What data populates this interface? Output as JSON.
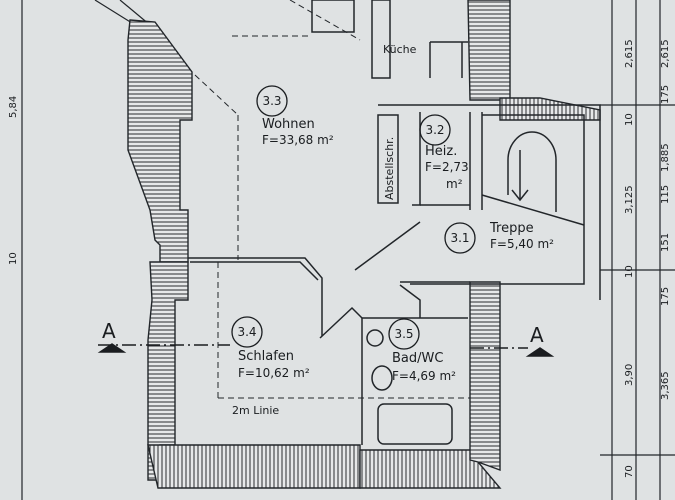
{
  "rooms": [
    {
      "number": "3.3",
      "name": "Wohnen",
      "area": "F=33,68 m²"
    },
    {
      "number": "3.2",
      "name": "Heiz.",
      "area_value": "F=2,73",
      "area_unit": "m²"
    },
    {
      "number": "3.1",
      "name": "Treppe",
      "area": "F=5,40 m²"
    },
    {
      "number": "3.4",
      "name": "Schlafen",
      "area": "F=10,62 m²"
    },
    {
      "number": "3.5",
      "name": "Bad/WC",
      "area": "F=4,69 m²"
    }
  ],
  "labels": {
    "kueche": "Küche",
    "abstellschr": "Abstellschr.",
    "linie": "2m Linie",
    "section_left": "A",
    "section_right": "A"
  },
  "left_dimension": "5,84",
  "left_dimension_2": "10",
  "dimensions_col1": [
    "2,615",
    "10",
    "3,125",
    "10",
    "3,90",
    "70"
  ],
  "dimensions_col2": [
    "2,615",
    "175",
    "1,885",
    "115",
    "151",
    "175",
    "3,365"
  ]
}
